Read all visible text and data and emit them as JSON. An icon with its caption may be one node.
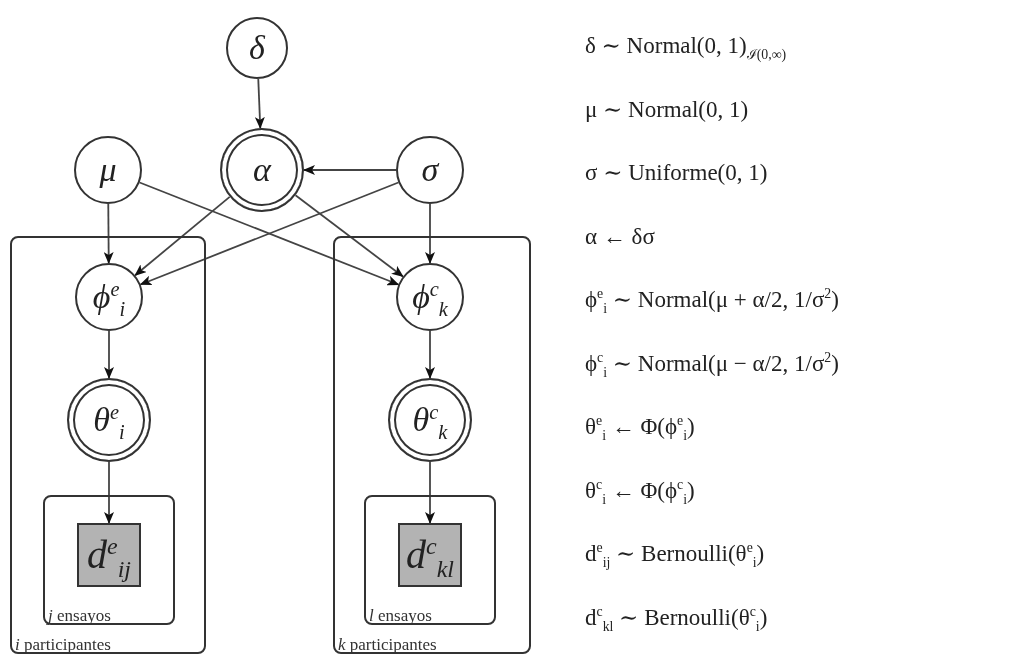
{
  "diagram": {
    "nodes": [
      {
        "text": [
          "δ"
        ]
      },
      {
        "text": [
          "μ"
        ]
      },
      {
        "text": [
          "α"
        ]
      },
      {
        "text": [
          "σ"
        ]
      },
      {
        "text": [
          "*i* participantes"
        ]
      },
      {
        "text": [
          "ϕ$^{e}$$_{i}$"
        ],
        "in": 4
      },
      {
        "text": [
          "θ$^{e}$$_{i}$"
        ],
        "in": 4
      },
      {
        "text": [
          "*j* ensayos"
        ],
        "in": 4
      },
      {
        "text": [
          "d$^{e}$$_{ij}$"
        ],
        "in": 7
      },
      {
        "text": [
          "*k* participantes"
        ]
      },
      {
        "text": [
          "ϕ$^{c}$$_{k}$"
        ],
        "in": 9
      },
      {
        "text": [
          "θ$^{c}$$_{k}$"
        ],
        "in": 9
      },
      {
        "text": [
          "*l* ensayos"
        ],
        "in": 9
      },
      {
        "text": [
          "d$^{c}$$_{kl}$"
        ],
        "in": 12
      }
    ],
    "edges": [
      {
        "from": 0,
        "to": 2,
        "arrow": "to"
      },
      {
        "from": 3,
        "to": 2,
        "arrow": "to"
      },
      {
        "from": 1,
        "to": 5,
        "arrow": "to"
      },
      {
        "from": 1,
        "to": 10,
        "arrow": "to"
      },
      {
        "from": 2,
        "to": 5,
        "arrow": "to"
      },
      {
        "from": 2,
        "to": 10,
        "arrow": "to"
      },
      {
        "from": 3,
        "to": 5,
        "arrow": "to"
      },
      {
        "from": 3,
        "to": 10,
        "arrow": "to"
      },
      {
        "from": 5,
        "to": 6,
        "arrow": "to"
      },
      {
        "from": 6,
        "to": 8,
        "arrow": "to"
      },
      {
        "from": 10,
        "to": 11,
        "arrow": "to"
      },
      {
        "from": 11,
        "to": 13,
        "arrow": "to"
      }
    ],
    "labels": [
      "δ ∼ Normal(0, 1)$_{ℐ(0,∞)}$",
      "μ ∼ Normal(0, 1)",
      "σ ∼ Uniforme(0, 1)",
      "α ← δσ",
      "ϕ$^{e}$$_{i}$ ∼ Normal(μ + α/2, 1/σ$^{2}$)",
      "ϕ$^{c}$$_{i}$ ∼ Normal(μ − α/2, 1/σ$^{2}$)",
      "θ$^{e}$$_{i}$ ← Φ(ϕ$^{e}$$_{i}$)",
      "θ$^{c}$$_{i}$ ← Φ(ϕ$^{c}$$_{i}$)",
      "d$^{e}$$_{ij}$ ∼ Bernoulli(θ$^{e}$$_{i}$)",
      "d$^{c}$$_{kl}$ ∼ Bernoulli(θ$^{c}$$_{i}$)"
    ]
  }
}
